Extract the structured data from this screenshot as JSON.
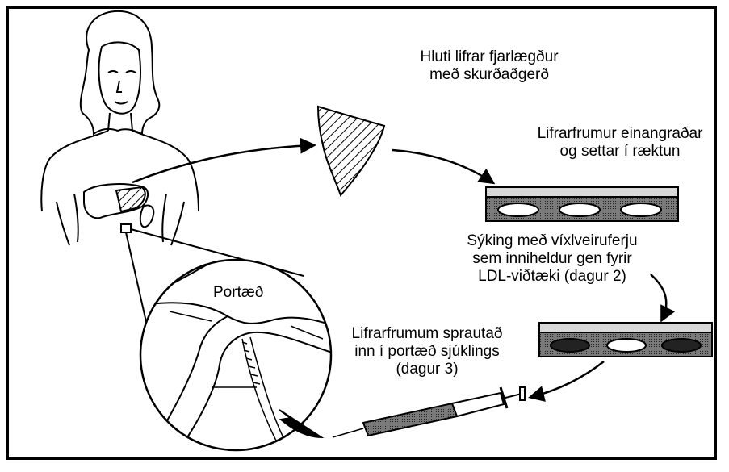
{
  "labels": {
    "resection_line1": "Hluti lifrar fjarlægður",
    "resection_line2": "með skurðaðgerð",
    "isolation_line1": "Lifrarfrumur einangraðar",
    "isolation_line2": "og settar í ræktun",
    "infection_line1": "Sýking með víxlveiruferju",
    "infection_line2": "sem inniheldur gen fyrir",
    "infection_line3": "LDL-viðtæki (dagur 2)",
    "injection_line1": "Lifrarfrumum sprautað",
    "injection_line2": "inn í portæð sjúklings",
    "injection_line3": "(dagur 3)",
    "portal_vein": "Portæð"
  },
  "colors": {
    "ink": "#000000",
    "culture_medium": "#555555",
    "tray_top": "#d8d8d8",
    "background": "#ffffff"
  }
}
